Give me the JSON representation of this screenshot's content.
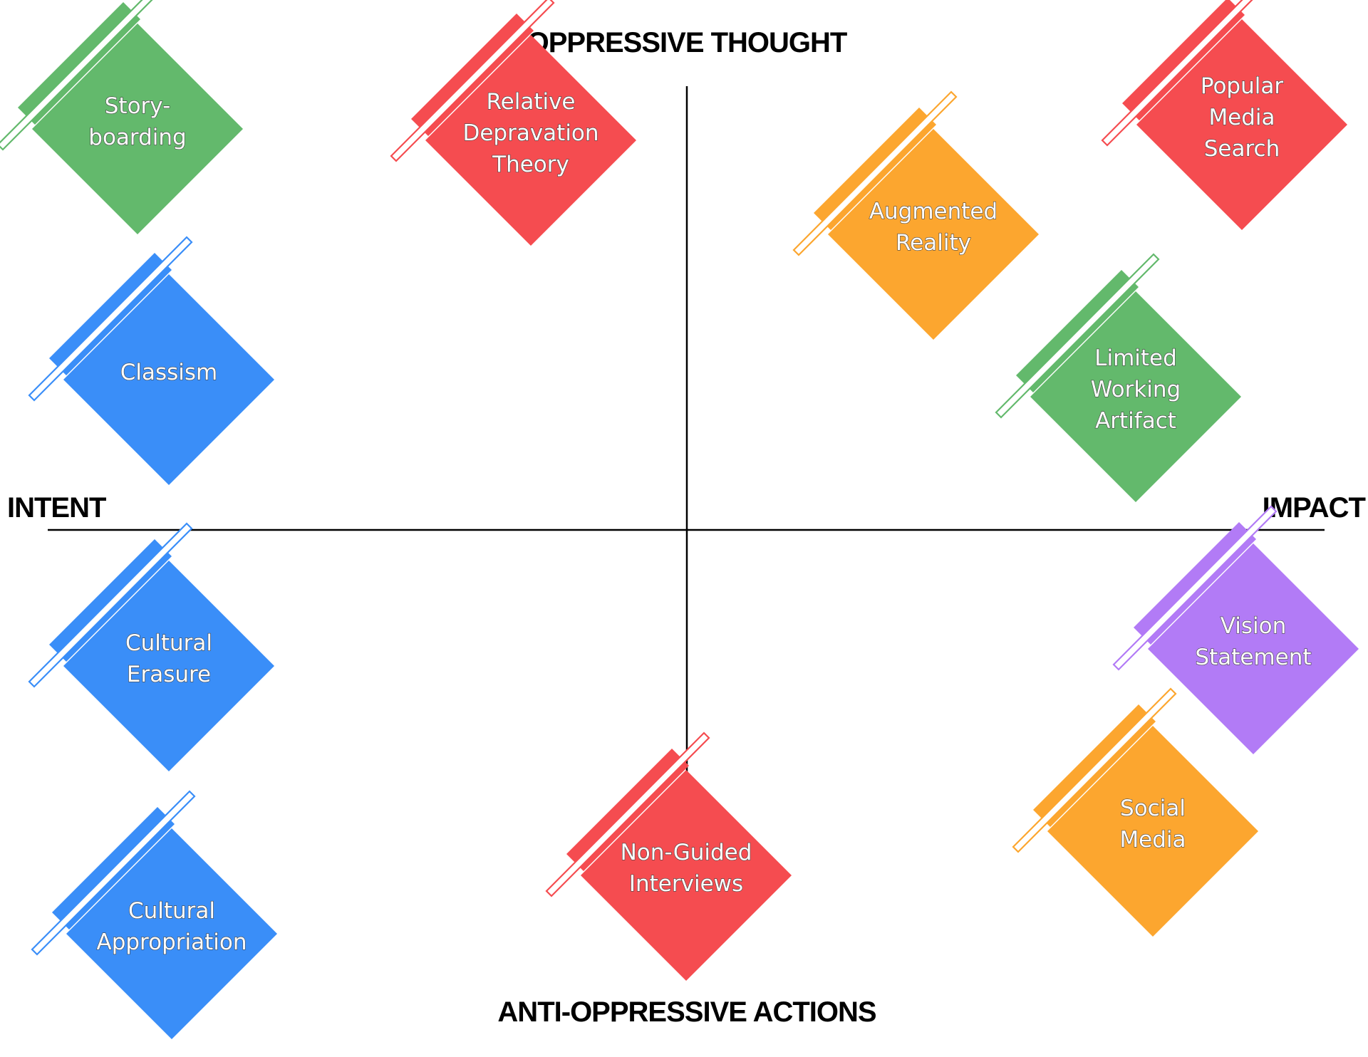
{
  "axes": {
    "top": "OPPRESSIVE THOUGHT",
    "bottom": "ANTI-OPPRESSIVE ACTIONS",
    "left": "INTENT",
    "right": "IMPACT"
  },
  "palette": {
    "green": "#63b96c",
    "red": "#f54c50",
    "orange": "#fca62f",
    "blue": "#3a8ef8",
    "purple": "#b27bf6"
  },
  "cards": [
    {
      "id": "storyboarding",
      "color": "green",
      "lines": [
        "Story-",
        "boarding"
      ]
    },
    {
      "id": "relative-deprivation-theory",
      "color": "red",
      "lines": [
        "Relative",
        "Depravation",
        "Theory"
      ]
    },
    {
      "id": "popular-media-search",
      "color": "red",
      "lines": [
        "Popular",
        "Media",
        "Search"
      ]
    },
    {
      "id": "augmented-reality",
      "color": "orange",
      "lines": [
        "Augmented",
        "Reality"
      ]
    },
    {
      "id": "classism",
      "color": "blue",
      "lines": [
        "Classism"
      ]
    },
    {
      "id": "limited-working-artifact",
      "color": "green",
      "lines": [
        "Limited",
        "Working",
        "Artifact"
      ]
    },
    {
      "id": "vision-statement",
      "color": "purple",
      "lines": [
        "Vision",
        "Statement"
      ]
    },
    {
      "id": "cultural-erasure",
      "color": "blue",
      "lines": [
        "Cultural",
        "Erasure"
      ]
    },
    {
      "id": "social-media",
      "color": "orange",
      "lines": [
        "Social",
        "Media"
      ]
    },
    {
      "id": "non-guided-interviews",
      "color": "red",
      "lines": [
        "Non-Guided",
        "Interviews"
      ]
    },
    {
      "id": "cultural-appropriation",
      "color": "blue",
      "lines": [
        "Cultural",
        "Appropriation"
      ]
    }
  ]
}
